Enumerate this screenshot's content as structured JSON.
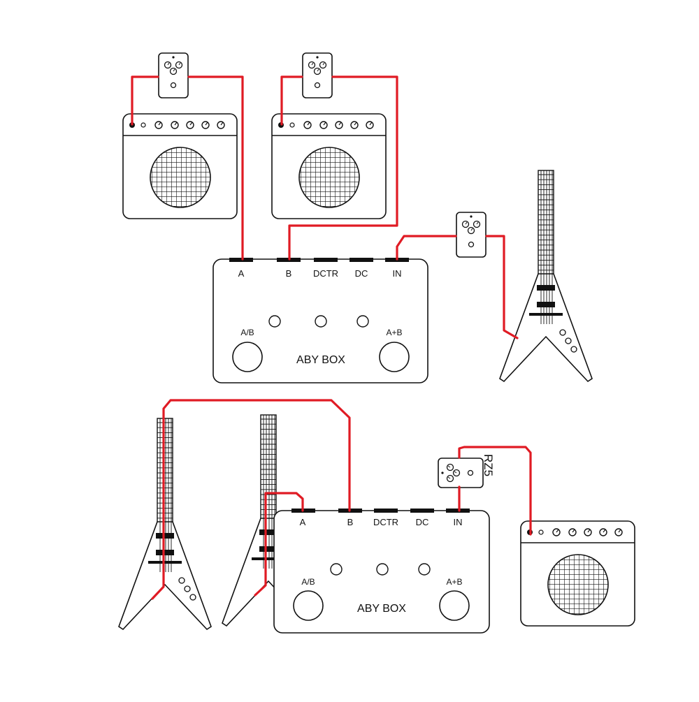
{
  "diagram_top": {
    "aby_box": {
      "ports": [
        "A",
        "B",
        "DCTR",
        "DC",
        "IN"
      ],
      "switch_a_b_label": "A/B",
      "switch_a_plus_b_label": "A+B",
      "name": "ABY BOX"
    }
  },
  "diagram_bottom": {
    "aby_box": {
      "ports": [
        "A",
        "B",
        "DCTR",
        "DC",
        "IN"
      ],
      "switch_a_b_label": "A/B",
      "switch_a_plus_b_label": "A+B",
      "name": "ABY BOX"
    },
    "pedal_label": "RZ5"
  },
  "colors": {
    "cable": "#e01b24",
    "outline": "#111111",
    "background": "#ffffff"
  },
  "icons": [
    "guitar-amp-icon",
    "effects-pedal-icon",
    "flying-v-guitar-icon"
  ]
}
